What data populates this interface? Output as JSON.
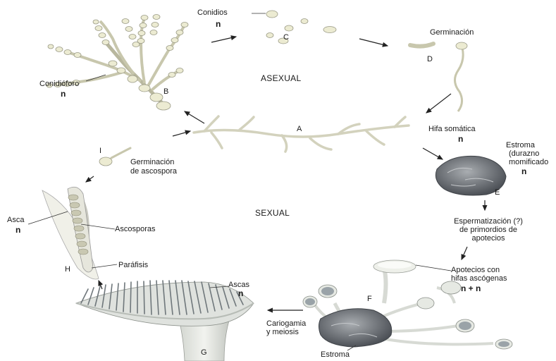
{
  "labels": {
    "conidios": "Conidios",
    "conidios_ploidy": "n",
    "letter_c": "C",
    "germinacion": "Germinación",
    "letter_d": "D",
    "asexual": "ASEXUAL",
    "conidioforo": "Conidióforo",
    "conidioforo_ploidy": "n",
    "letter_b": "B",
    "letter_a": "A",
    "hifa_somatica": "Hifa somática",
    "hifa_ploidy": "n",
    "estroma_line1": "Estroma",
    "estroma_line2": "(durazno",
    "estroma_line3": "momificado",
    "estroma_ploidy": "n",
    "letter_e": "E",
    "letter_i": "I",
    "germinacion_ascospora_line1": "Germinación",
    "germinacion_ascospora_line2": "de ascospora",
    "sexual": "SEXUAL",
    "asca": "Asca",
    "asca_ploidy": "n",
    "ascosporas": "Ascosporas",
    "espermatizacion_line1": "Espermatización (?)",
    "espermatizacion_line2": "de primordios de",
    "espermatizacion_line3": "apotecios",
    "letter_h": "H",
    "parafisis": "Paráfisis",
    "apotecios_line1": "Apotecios con",
    "apotecios_line2": "hifas ascógenas",
    "apotecios_ploidy": "n + n",
    "ascas": "Ascas",
    "ascas_ploidy": "n",
    "letter_f": "F",
    "cariogamia_line1": "Cariogamia",
    "cariogamia_line2": "y meiosis",
    "letter_g": "G",
    "estroma_bottom": "Estroma"
  },
  "colors": {
    "spore_fill": "#ecebd2",
    "spore_stroke": "#9a9a86",
    "stroma": "#6f7378",
    "apothecium": "#e8eae4",
    "hymenium": "#9aa3a8"
  }
}
